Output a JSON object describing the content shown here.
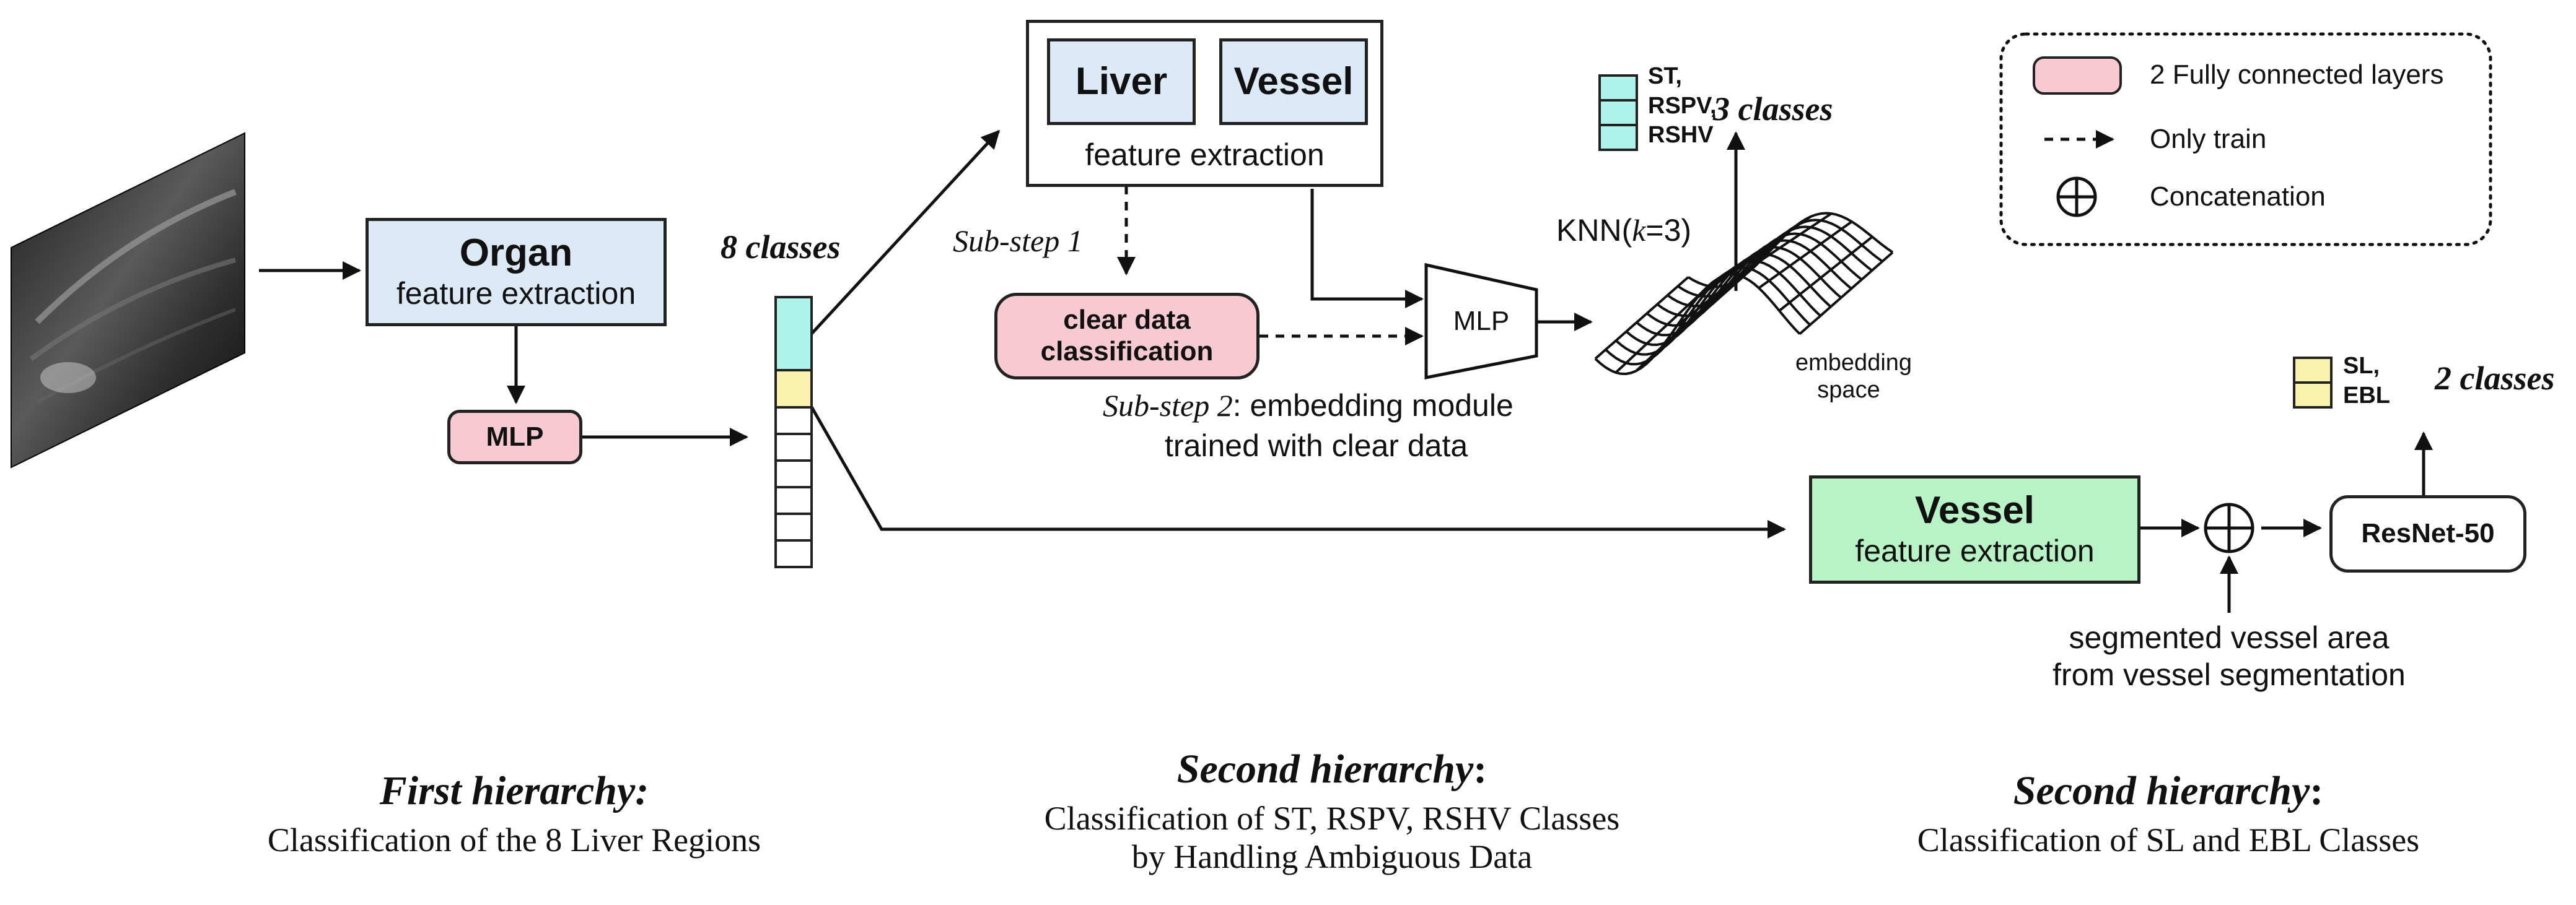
{
  "colors": {
    "organ_fill": "#dce9f7",
    "liver_vessel_fill": "#dce9f7",
    "fc_fill": "#f7c9d0",
    "vessel_feat_fill": "#b8f3c6",
    "cyan_cell": "#aef3ea",
    "yellow_cell": "#f8f2ad",
    "ink": "#111111"
  },
  "ultrasound_image": {
    "icon": "ultrasound-scan-image"
  },
  "organ_box": {
    "title": "Organ",
    "subtitle": "feature extraction"
  },
  "mlp_small": {
    "label": "MLP"
  },
  "eight_classes": {
    "label": "8 classes"
  },
  "liver_vessel_box": {
    "liver": "Liver",
    "vessel": "Vessel",
    "subtitle": "feature extraction"
  },
  "substep1": {
    "label": "Sub-step 1"
  },
  "clear_data_box": {
    "line1": "clear data",
    "line2": "classification"
  },
  "substep2": {
    "italic": "Sub-step 2",
    "rest": ": embedding module",
    "line2": "trained with clear data"
  },
  "mlp_trap": {
    "label": "MLP"
  },
  "knn": {
    "prefix": "KNN(",
    "k": "k",
    "suffix": "=3)"
  },
  "three_classes": {
    "label": "3 classes",
    "line1": "ST,",
    "line2": "RSPV,",
    "line3": "RSHV"
  },
  "embedding": {
    "line1": "embedding",
    "line2": "space"
  },
  "legend": {
    "fc_label": "2 Fully connected layers",
    "train_label": "Only train",
    "concat_label": "Concatenation"
  },
  "vessel_feat_box": {
    "title": "Vessel",
    "subtitle": "feature extraction"
  },
  "concat_symbol": "⊕",
  "resnet": {
    "label": "ResNet-50"
  },
  "two_classes": {
    "label": "2 classes",
    "line1": "SL,",
    "line2": "EBL"
  },
  "seg_note": {
    "line1": "segmented vessel area",
    "line2": "from vessel segmentation"
  },
  "captions": {
    "first": {
      "title": "First hierarchy:",
      "desc": "Classification of the 8 Liver Regions"
    },
    "second": {
      "title": "Second hierarchy",
      "colon": ":",
      "desc1": "Classification of ST, RSPV, RSHV Classes",
      "desc2": "by Handling Ambiguous Data"
    },
    "third": {
      "title": "Second hierarchy",
      "colon": ":",
      "desc": "Classification of SL and EBL Classes"
    }
  }
}
